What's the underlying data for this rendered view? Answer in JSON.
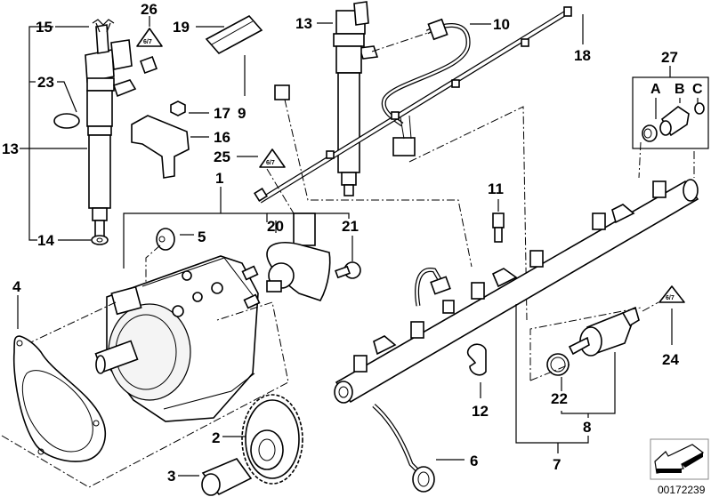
{
  "diagram": {
    "type": "exploded-parts-diagram",
    "subject": "High pressure fuel pump / common rail / injectors",
    "diagram_code": "00172239",
    "labels": {
      "l1": "1",
      "l2": "2",
      "l3": "3",
      "l4": "4",
      "l5": "5",
      "l6": "6",
      "l7": "7",
      "l8": "8",
      "l9": "9",
      "l10": "10",
      "l11": "11",
      "l12": "12",
      "l13a": "13",
      "l13b": "13",
      "l14": "14",
      "l15": "15",
      "l16": "16",
      "l17": "17",
      "l18": "18",
      "l19": "19",
      "l20": "20",
      "l21": "21",
      "l22": "22",
      "l23": "23",
      "l24": "24",
      "l25": "25",
      "l26": "26",
      "l27": "27",
      "lA": "A",
      "lB": "B",
      "lC": "C"
    },
    "warning_symbol_text": "6/7",
    "nav_icon": "arrow-back-icon"
  }
}
